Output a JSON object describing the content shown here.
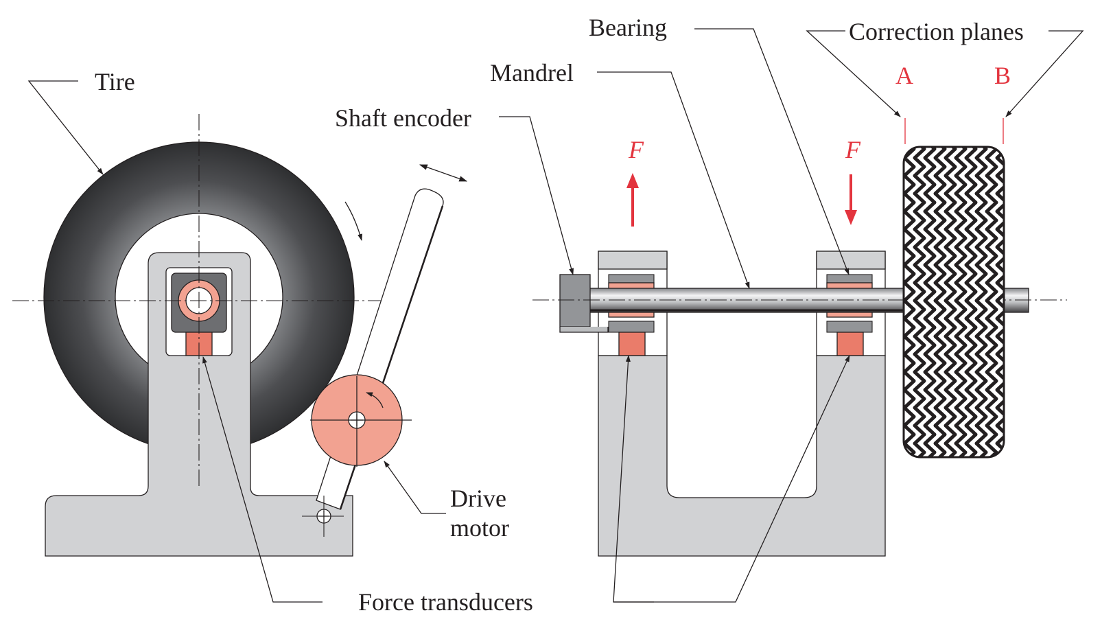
{
  "labels": {
    "tire": "Tire",
    "shaft_encoder": "Shaft encoder",
    "mandrel": "Mandrel",
    "bearing": "Bearing",
    "correction_planes": "Correction planes",
    "plane_a": "A",
    "plane_b": "B",
    "force_left": "F",
    "force_right": "F",
    "drive_line1": "Drive",
    "drive_line2": "motor",
    "force_transducers": "Force transducers"
  },
  "colors": {
    "outline": "#231f20",
    "gray_fill": "#d1d2d4",
    "dark_gray": "#6d6e71",
    "pink": "#f2a291",
    "salmon": "#ea7c6a",
    "accent_red": "#e3343e",
    "tire_dark": "#3c3d40"
  }
}
